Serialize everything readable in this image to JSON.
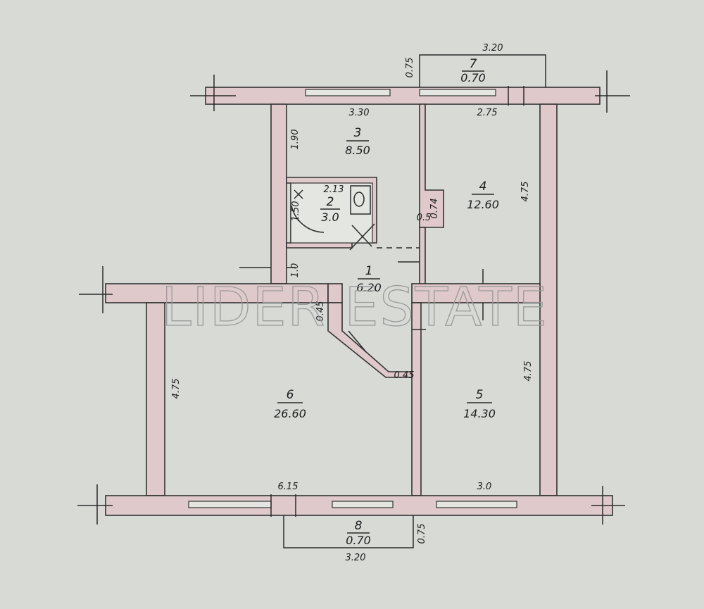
{
  "watermark": "LIDER ESTATE",
  "rooms": [
    {
      "num": "1",
      "area": "6.20"
    },
    {
      "num": "2",
      "area": "3.0"
    },
    {
      "num": "3",
      "area": "8.50"
    },
    {
      "num": "4",
      "area": "12.60"
    },
    {
      "num": "5",
      "area": "14.30"
    },
    {
      "num": "6",
      "area": "26.60"
    },
    {
      "num": "7",
      "area": "0.70"
    },
    {
      "num": "8",
      "area": "0.70"
    }
  ],
  "dimensions": {
    "balcony_top_width": "3.20",
    "balcony_top_depth": "0.75",
    "room3_width": "3.30",
    "room3_depth": "1.90",
    "room4_width": "2.75",
    "room4_depth": "4.75",
    "bath_width": "2.13",
    "bath_depth": "1.50",
    "niche_depth": "0.74",
    "niche_width": "0.5",
    "hall_wall": "1.0",
    "hall_jamb_top": "0.45",
    "hall_jamb_bottom": "0.45",
    "room6_depth": "4.75",
    "room6_width": "6.15",
    "room5_depth": "4.75",
    "room5_width": "3.0",
    "balcony_bottom_width": "3.20",
    "balcony_bottom_depth": "0.75"
  }
}
